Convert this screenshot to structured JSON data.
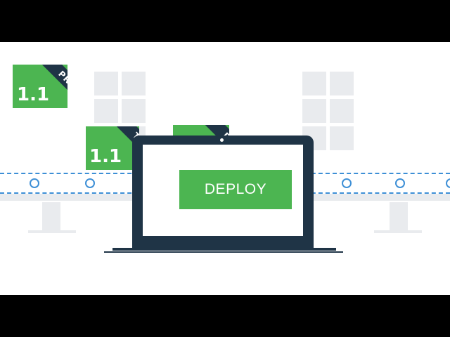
{
  "tags": {
    "prod": {
      "version": "1.1",
      "label": "PROD"
    },
    "test": {
      "version": "1.1",
      "label": "TEST"
    },
    "dev": {
      "label": "DE"
    }
  },
  "laptop": {
    "button_label": "DEPLOY"
  },
  "colors": {
    "accent_green": "#4cb551",
    "navy": "#1f3446",
    "belt_blue": "#3d8fd6",
    "light_gray": "#e9ebee"
  }
}
